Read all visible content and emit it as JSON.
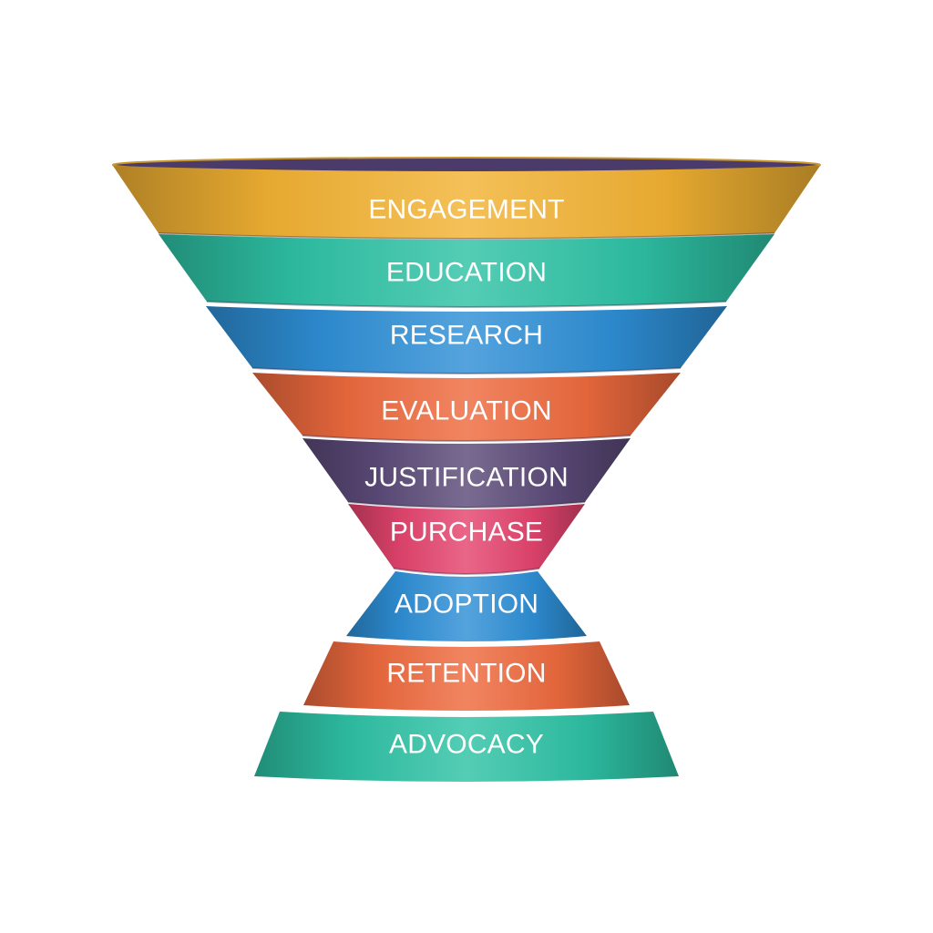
{
  "diagram": {
    "type": "hourglass-funnel",
    "stages": [
      {
        "label": "ENGAGEMENT",
        "color": "#F2B233"
      },
      {
        "label": "EDUCATION",
        "color": "#2EC2A5"
      },
      {
        "label": "RESEARCH",
        "color": "#2E8FD6"
      },
      {
        "label": "EVALUATION",
        "color": "#EE6A3E"
      },
      {
        "label": "JUSTIFICATION",
        "color": "#5B4A78"
      },
      {
        "label": "PURCHASE",
        "color": "#E4446E"
      },
      {
        "label": "ADOPTION",
        "color": "#2E8FD6"
      },
      {
        "label": "RETENTION",
        "color": "#EE6A3E"
      },
      {
        "label": "ADVOCACY",
        "color": "#2EC2A5"
      }
    ],
    "rim_color": "#4A3B6B"
  }
}
